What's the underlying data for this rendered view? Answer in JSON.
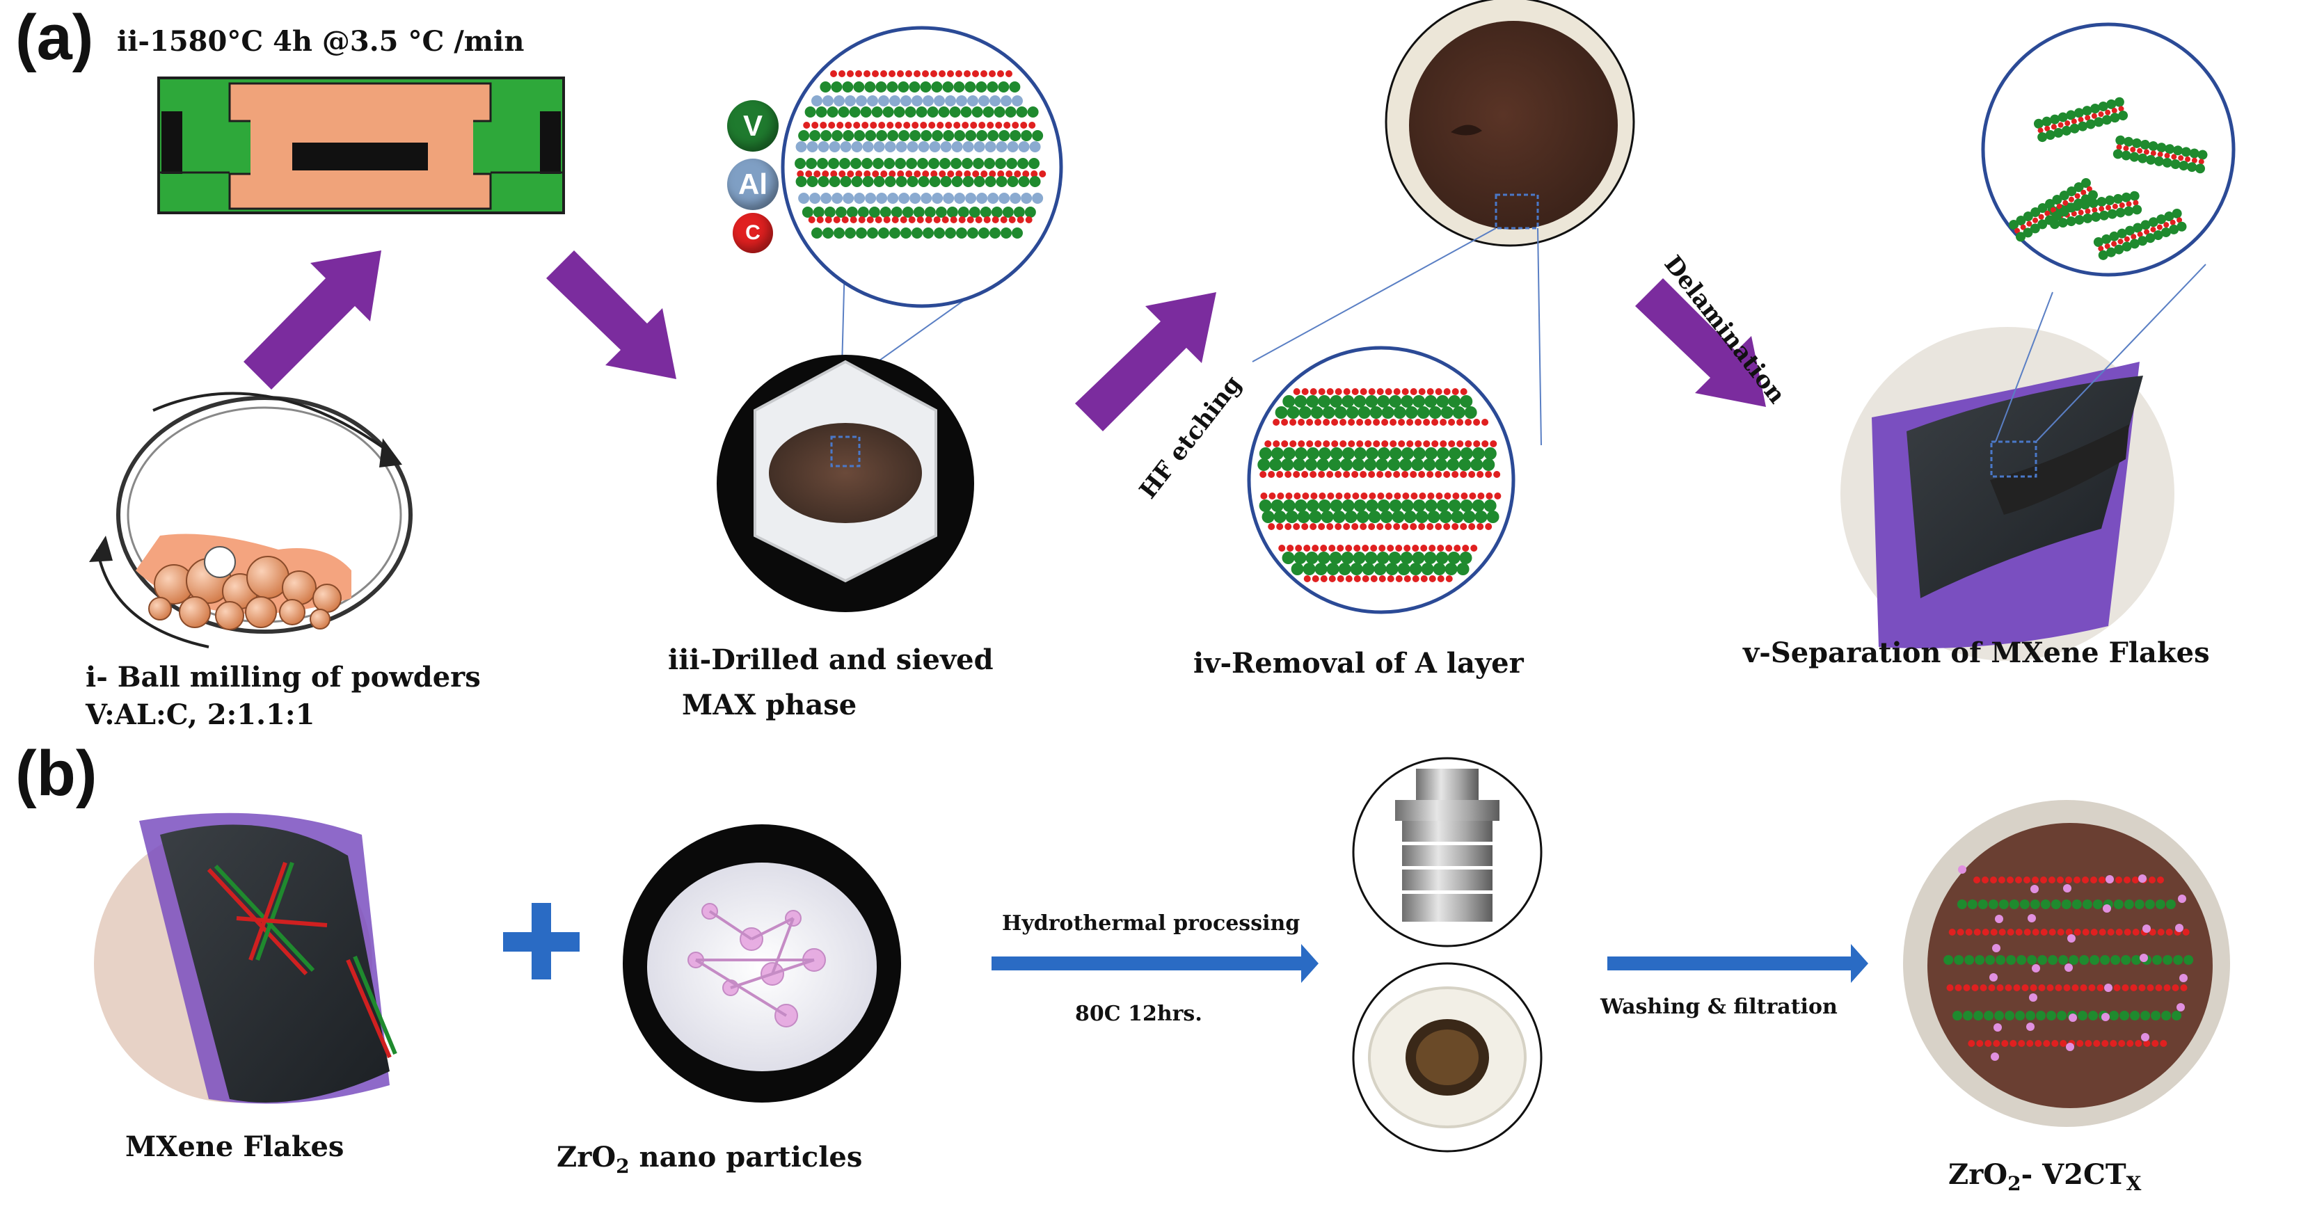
{
  "panel_a": {
    "label": "(a)",
    "furnace_caption": "ii-1580°C 4h @3.5 °C /min",
    "step1_caption_line1": "i- Ball milling of powders",
    "step1_caption_line2": "V:AL:C, 2:1.1:1",
    "step3_caption_line1": "iii-Drilled and sieved",
    "step3_caption_line2": "MAX phase",
    "step4_caption": "iv-Removal of A layer",
    "step5_caption": "v-Separation of MXene Flakes",
    "arrow_label_etching": "HF etching",
    "arrow_label_delamination": "Delamination",
    "legend": [
      {
        "symbol": "V",
        "color": "#1f7a2e"
      },
      {
        "symbol": "Al",
        "color": "#7f9fc4"
      },
      {
        "symbol": "C",
        "color": "#e02020"
      }
    ]
  },
  "panel_b": {
    "label": "(b)",
    "flakes_caption": "MXene  Flakes",
    "zro2_caption_prefix": "ZrO",
    "zro2_caption_sub": "2",
    "zro2_caption_suffix": " nano particles",
    "arrow1_top": "Hydrothermal processing",
    "arrow1_bottom": "80C 12hrs.",
    "arrow2_label": "Washing & filtration",
    "product_prefix": "ZrO",
    "product_sub": "2",
    "product_mid": "- V2CT",
    "product_sub2": "X"
  },
  "colors": {
    "arrow_purple": "#7b2c9e",
    "arrow_blue": "#2a6bc4",
    "plus_blue": "#2a6bc4",
    "v_green": "#1f8a2e",
    "c_red": "#e02020",
    "al_blue": "#8aaad0",
    "furnace_green": "#2ea83a",
    "furnace_copper": "#f0a37a"
  }
}
